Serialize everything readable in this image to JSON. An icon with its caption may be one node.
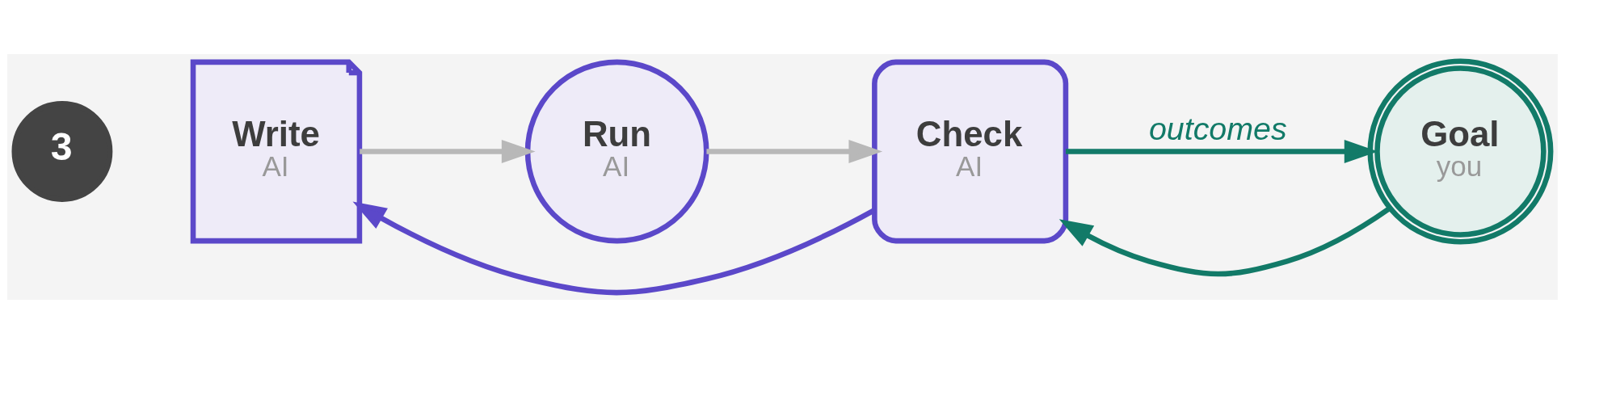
{
  "diagram": {
    "nodes": [
      {
        "text": [
          "3"
        ]
      },
      {
        "text": [
          "Write",
          "AI"
        ]
      },
      {
        "text": [
          "Run",
          "AI"
        ]
      },
      {
        "text": [
          "Check",
          "AI"
        ]
      },
      {
        "text": [
          "Goal",
          "you"
        ]
      }
    ],
    "edges": [
      {
        "from": 1,
        "to": 2,
        "arrow": "to"
      },
      {
        "from": 2,
        "to": 3,
        "arrow": "to"
      },
      {
        "from": 3,
        "to": 1,
        "arrow": "to",
        "color": "#5b48c9"
      },
      {
        "from": 4,
        "to": 3,
        "arrow": "to",
        "color": "#127a68"
      },
      {
        "from": 3,
        "to": 4,
        "arrow": "to",
        "label": "outcomes",
        "color": "#127a68"
      }
    ]
  }
}
